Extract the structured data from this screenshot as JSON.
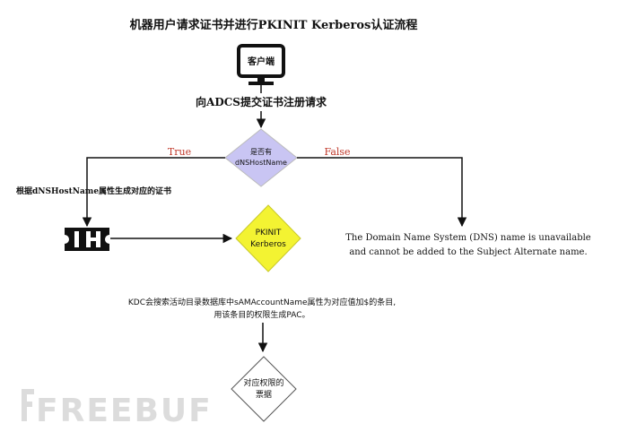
{
  "diagram": {
    "title": "机器用户请求证书并进行PKINIT Kerberos认证流程",
    "client_label": "客户端",
    "step_request": "向ADCS提交证书注册请求",
    "decision_line1": "是否有",
    "decision_line2": "dNSHostName",
    "branch_true": "True",
    "branch_false": "False",
    "true_action": "根据dNSHostName属性生成对应的证书",
    "pkinit_line1": "PKINIT",
    "pkinit_line2": "Kerberos",
    "false_result_line1": "The Domain Name System (DNS) name is unavailable",
    "false_result_line2": "and cannot be added to the Subject Alternate name.",
    "kdc_line1": "KDC会搜索活动目录数据库中sAMAccountName属性为对应值加$的条目,",
    "kdc_line2": "用该条目的权限生成PAC。",
    "ticket_line1": "对应权限的",
    "ticket_line2": "票据",
    "watermark": "FREEBUF"
  },
  "colors": {
    "decision_fill": "#c9c5f3",
    "pkinit_fill": "#f3f332",
    "branch_label": "#c0392b",
    "watermark": "#dcdcdc"
  },
  "icons": [
    "monitor-icon",
    "certificate-icon"
  ]
}
